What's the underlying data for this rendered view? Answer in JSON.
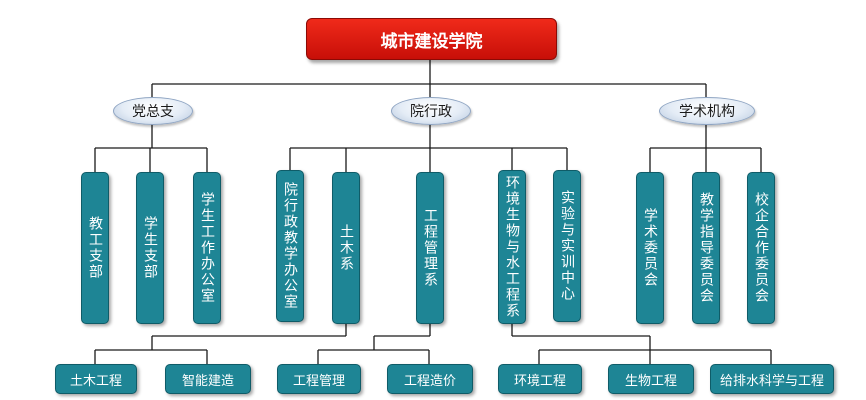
{
  "root": "城市建设学院",
  "groups": [
    "党总支",
    "院行政",
    "学术机构"
  ],
  "units": [
    "教工支部",
    "学生支部",
    "学生工作办公室",
    "院行政教学办公室",
    "土木系",
    "工程管理系",
    "环境生物与水工程系",
    "实验与实训中心",
    "学术委员会",
    "教学指导委员会",
    "校企合作委员会"
  ],
  "majors": [
    "土木工程",
    "智能建造",
    "工程管理",
    "工程造价",
    "环境工程",
    "生物工程",
    "给排水科学与工程"
  ]
}
